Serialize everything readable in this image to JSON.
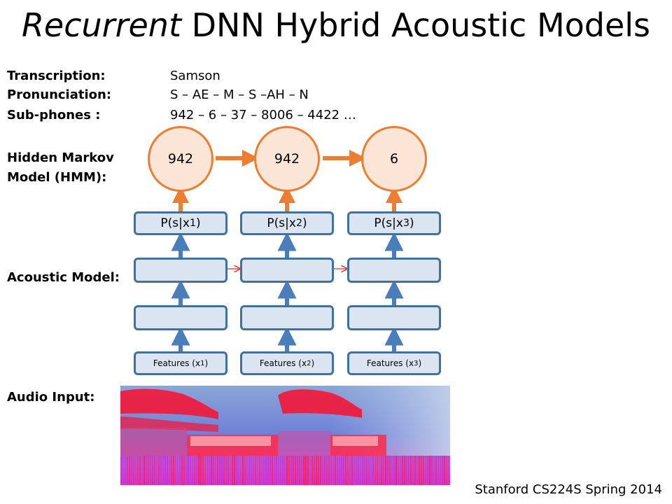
{
  "title": {
    "italic_word": "Recurrent",
    "rest": "DNN Hybrid Acoustic Models"
  },
  "rows": {
    "transcription": {
      "label": "Transcription:",
      "value": "Samson"
    },
    "pronunciation": {
      "label": "Pronunciation:",
      "value": "S – AE – M – S –AH – N"
    },
    "subphones": {
      "label": "Sub-phones :",
      "value": "942 – 6 – 37 – 8006 – 4422 …"
    },
    "hmm": {
      "label_line1": "Hidden Markov",
      "label_line2": "Model (HMM):"
    },
    "acoustic_model": {
      "label": "Acoustic Model:"
    },
    "audio_input": {
      "label": "Audio Input:"
    }
  },
  "hmm_states": [
    "942",
    "942",
    "6"
  ],
  "columns": [
    {
      "posterior": {
        "prefix": "P(s|x",
        "sub": "1",
        "suffix": ")"
      },
      "feature": {
        "prefix": "Features (x",
        "sub": "1",
        "suffix": ")"
      }
    },
    {
      "posterior": {
        "prefix": "P(s|x",
        "sub": "2",
        "suffix": ")"
      },
      "feature": {
        "prefix": "Features (x",
        "sub": "2",
        "suffix": ")"
      }
    },
    {
      "posterior": {
        "prefix": "P(s|x",
        "sub": "3",
        "suffix": ")"
      },
      "feature": {
        "prefix": "Features (x",
        "sub": "3",
        "suffix": ")"
      }
    }
  ],
  "colors": {
    "hmm_fill": "#fbe5d6",
    "hmm_stroke": "#ed7d31",
    "box_fill": "#dbe5f1",
    "box_stroke": "#41719c",
    "blue_arrow": "#4a7ebb",
    "recurrent_arrow": "#e0302a"
  },
  "credit": "Stanford CS224S Spring 2014"
}
